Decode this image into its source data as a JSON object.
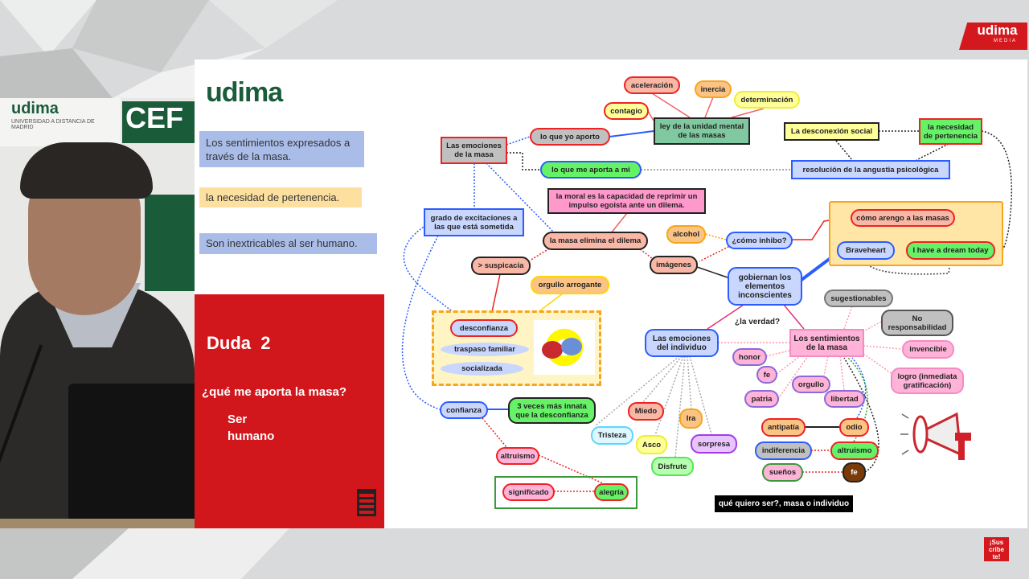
{
  "branding": {
    "udima_media": "udima",
    "udima_media_sub": "MEDIA",
    "subscribe": "¡Sus cribe te!"
  },
  "wall": {
    "udima": "udima",
    "udima_sub": "UNIVERSIDAD A DISTANCIA DE MADRID",
    "cef": "CEF"
  },
  "slide": {
    "logo": "udima",
    "boxes": [
      "Los sentimientos expresados a través de la masa.",
      "la necesidad de pertenencia.",
      "Son inextricables al ser humano."
    ],
    "red_panel": {
      "title": "Duda  2",
      "question": "¿qué me aporta la masa?",
      "answer": "Ser humano"
    }
  },
  "map": {
    "aceleracion": "aceleración",
    "inercia": "inercia",
    "determinacion": "determinación",
    "contagio": "contagio",
    "ley": "ley de la unidad mental de las masas",
    "emociones_masa": "Las emociones de la masa",
    "yo_aporto": "lo que yo aporto",
    "me_aporta": "lo que me aporta a mi",
    "desconexion": "La desconexión social",
    "pertenencia": "la necesidad de pertenencia",
    "resolucion": "resolución de la angustia psicológica",
    "moral": "la moral es la capacidad de reprimir un impulso egoista ante un dilema.",
    "grado": "grado de excitaciones a las que está sometida",
    "elimina": "la masa elimina el dilema",
    "alcohol": "alcohol",
    "inhibo": "¿cómo inhibo?",
    "suspicacia": "> suspicacia",
    "imagenes": "imágenes",
    "orgullo_arrogante": "orgullo arrogante",
    "desconfianza": "desconfianza",
    "traspaso": "traspaso familiar",
    "socializada": "socializada",
    "arengo": "cómo arengo a las masas",
    "braveheart": "Braveheart",
    "dream": "I have a dream today",
    "gobiernan": "gobiernan los elementos inconscientes",
    "verdad": "¿la verdad?",
    "sugestionables": "sugestionables",
    "no_resp": "No responsabilidad",
    "emociones_individuo": "Las emociones del individuo",
    "sentimientos": "Los sentimientos de la masa",
    "invencible": "invencible",
    "honor": "honor",
    "fe1": "fe",
    "orgullo": "orgullo",
    "patria": "patria",
    "libertad": "libertad",
    "logro": "logro (inmediata gratificación)",
    "miedo": "Miedo",
    "ira": "Ira",
    "tristeza": "Tristeza",
    "asco": "Asco",
    "sorpresa": "sorpresa",
    "disfrute": "Disfrute",
    "antipatia": "antipatía",
    "odio": "odio",
    "indiferencia": "indiferencia",
    "altruismo1": "altruismo",
    "suenos": "sueños",
    "fe2": "fe",
    "confianza": "confianza",
    "innata": "3 veces más innata que la desconfianza",
    "altruismo2": "altruismo",
    "significado": "significado",
    "alegria": "alegría",
    "quiero": "qué quiero ser?, masa o individuo"
  }
}
